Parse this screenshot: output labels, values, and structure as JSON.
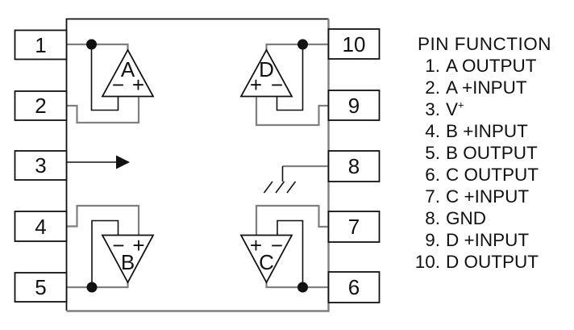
{
  "colors": {
    "ink": "#111111",
    "wire": "#7f7f7f",
    "background": "#ffffff"
  },
  "ic": {
    "pins_left": [
      "1",
      "2",
      "3",
      "4",
      "5"
    ],
    "pins_right": [
      "10",
      "9",
      "8",
      "7",
      "6"
    ],
    "opamps": [
      {
        "label": "A",
        "sign_left": "−",
        "sign_right": "+"
      },
      {
        "label": "D",
        "sign_left": "+",
        "sign_right": "−"
      },
      {
        "label": "B",
        "sign_left": "−",
        "sign_right": "+"
      },
      {
        "label": "C",
        "sign_left": "+",
        "sign_right": "−"
      }
    ],
    "symbols": {
      "supply_arrow": "v-plus-arrow",
      "ground": "chassis-ground"
    }
  },
  "legend": {
    "title": "PIN FUNCTION",
    "items": [
      {
        "num": "1.",
        "func": "A OUTPUT",
        "sup": ""
      },
      {
        "num": "2.",
        "func": "A +INPUT",
        "sup": ""
      },
      {
        "num": "3.",
        "func": "V",
        "sup": "+"
      },
      {
        "num": "4.",
        "func": "B +INPUT",
        "sup": ""
      },
      {
        "num": "5.",
        "func": "B OUTPUT",
        "sup": ""
      },
      {
        "num": "6.",
        "func": "C OUTPUT",
        "sup": ""
      },
      {
        "num": "7.",
        "func": "C +INPUT",
        "sup": ""
      },
      {
        "num": "8.",
        "func": "GND",
        "sup": ""
      },
      {
        "num": "9.",
        "func": "D +INPUT",
        "sup": ""
      },
      {
        "num": "10.",
        "func": "D OUTPUT",
        "sup": ""
      }
    ]
  }
}
